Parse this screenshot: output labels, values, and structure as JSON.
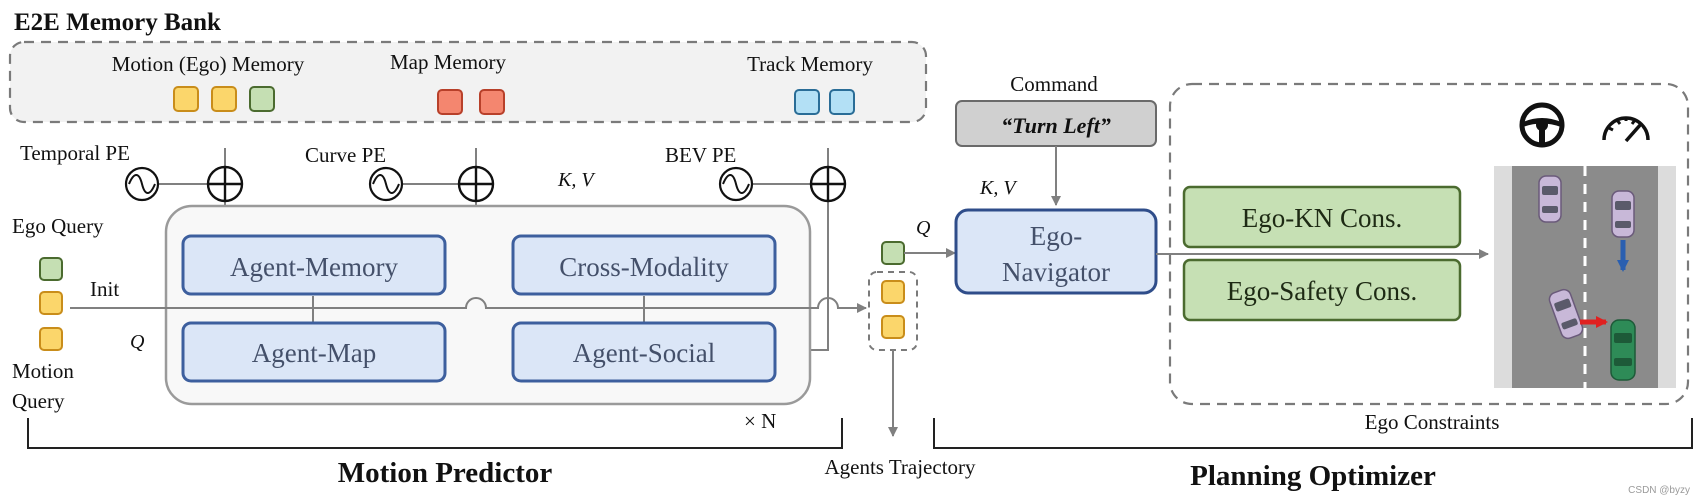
{
  "title": "E2E Memory Bank",
  "memory_bank": {
    "motion": "Motion (Ego) Memory",
    "map": "Map Memory",
    "track": "Track Memory"
  },
  "pe": {
    "temporal": "Temporal PE",
    "curve": "Curve PE",
    "bev": "BEV PE"
  },
  "symbols": {
    "kv_left": "K, V",
    "kv_right": "K, V",
    "q_left": "Q",
    "q_mid": "Q",
    "init": "Init",
    "times_n": "× N"
  },
  "queries": {
    "ego": "Ego Query",
    "motion_line1": "Motion",
    "motion_line2": "Query"
  },
  "blocks": {
    "agent_memory": "Agent-Memory",
    "agent_map": "Agent-Map",
    "cross_modality": "Cross-Modality",
    "agent_social": "Agent-Social"
  },
  "agents_trajectory": "Agents Trajectory",
  "command": {
    "label": "Command",
    "value": "“Turn Left”"
  },
  "ego_navigator": {
    "line1": "Ego-",
    "line2": "Navigator"
  },
  "constraints": {
    "kn": "Ego-KN Cons.",
    "safety": "Ego-Safety Cons.",
    "caption": "Ego Constraints"
  },
  "sections": {
    "motion_predictor": "Motion Predictor",
    "planning_optimizer": "Planning Optimizer"
  },
  "watermark": "CSDN @byzy",
  "icons": [
    "steering-wheel-icon",
    "speedometer-icon",
    "sine-wave-icon",
    "circled-plus-icon"
  ],
  "colors": {
    "memory_yellow": "#fbd66b",
    "memory_green": "#c5dfb3",
    "memory_red": "#f4866f",
    "memory_blue": "#b3e0f5",
    "block_fill": "#dbe6f7",
    "block_stroke": "#3d5f9e",
    "constraint_fill": "#c6e0b4",
    "constraint_stroke": "#4b6b2f",
    "road": "#8b8b8b",
    "car_purple": "#c8b8d8",
    "car_green": "#2e8b57",
    "arrow_red": "#e02020",
    "arrow_blue": "#2a5fb0"
  }
}
